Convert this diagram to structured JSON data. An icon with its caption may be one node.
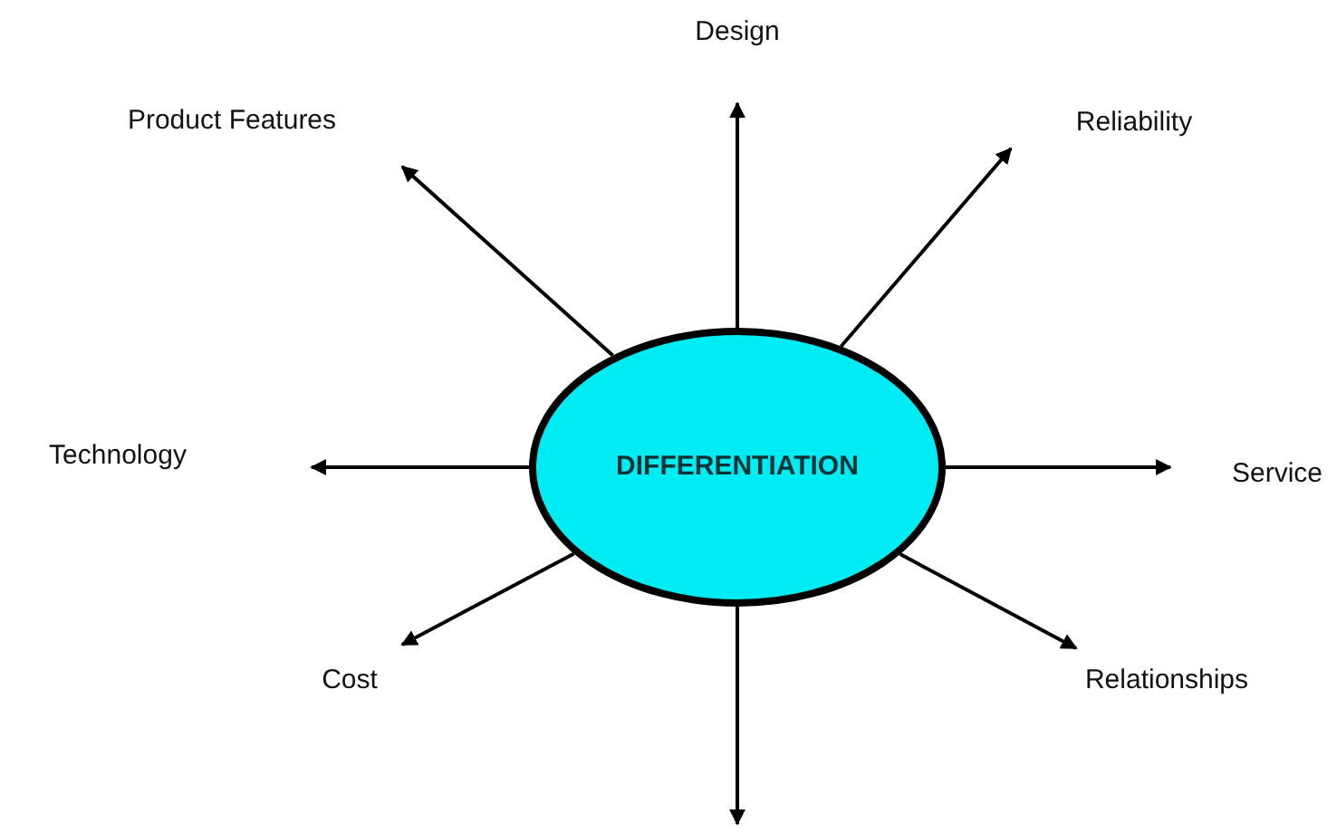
{
  "diagram": {
    "nodes": [
      {
        "text": [
          "DIFFERENTIATION"
        ]
      },
      {
        "text": [
          "Design"
        ]
      },
      {
        "text": [
          "Product Features"
        ]
      },
      {
        "text": [
          "Reliability"
        ]
      },
      {
        "text": [
          "Technology"
        ]
      },
      {
        "text": [
          "Service"
        ]
      },
      {
        "text": [
          "Cost"
        ]
      },
      {
        "text": [
          "Relationships"
        ]
      }
    ],
    "edges": [
      {
        "from": 0,
        "to": 1,
        "arrow": "to"
      },
      {
        "from": 0,
        "to": 2,
        "arrow": "to"
      },
      {
        "from": 0,
        "to": 3,
        "arrow": "to"
      },
      {
        "from": 0,
        "to": 4,
        "arrow": "to"
      },
      {
        "from": 0,
        "to": 5,
        "arrow": "to"
      },
      {
        "from": 0,
        "to": 6,
        "arrow": "to"
      },
      {
        "from": 0,
        "to": 7,
        "arrow": "to"
      },
      {
        "from": 0,
        "to": null,
        "arrow": "to"
      }
    ]
  }
}
